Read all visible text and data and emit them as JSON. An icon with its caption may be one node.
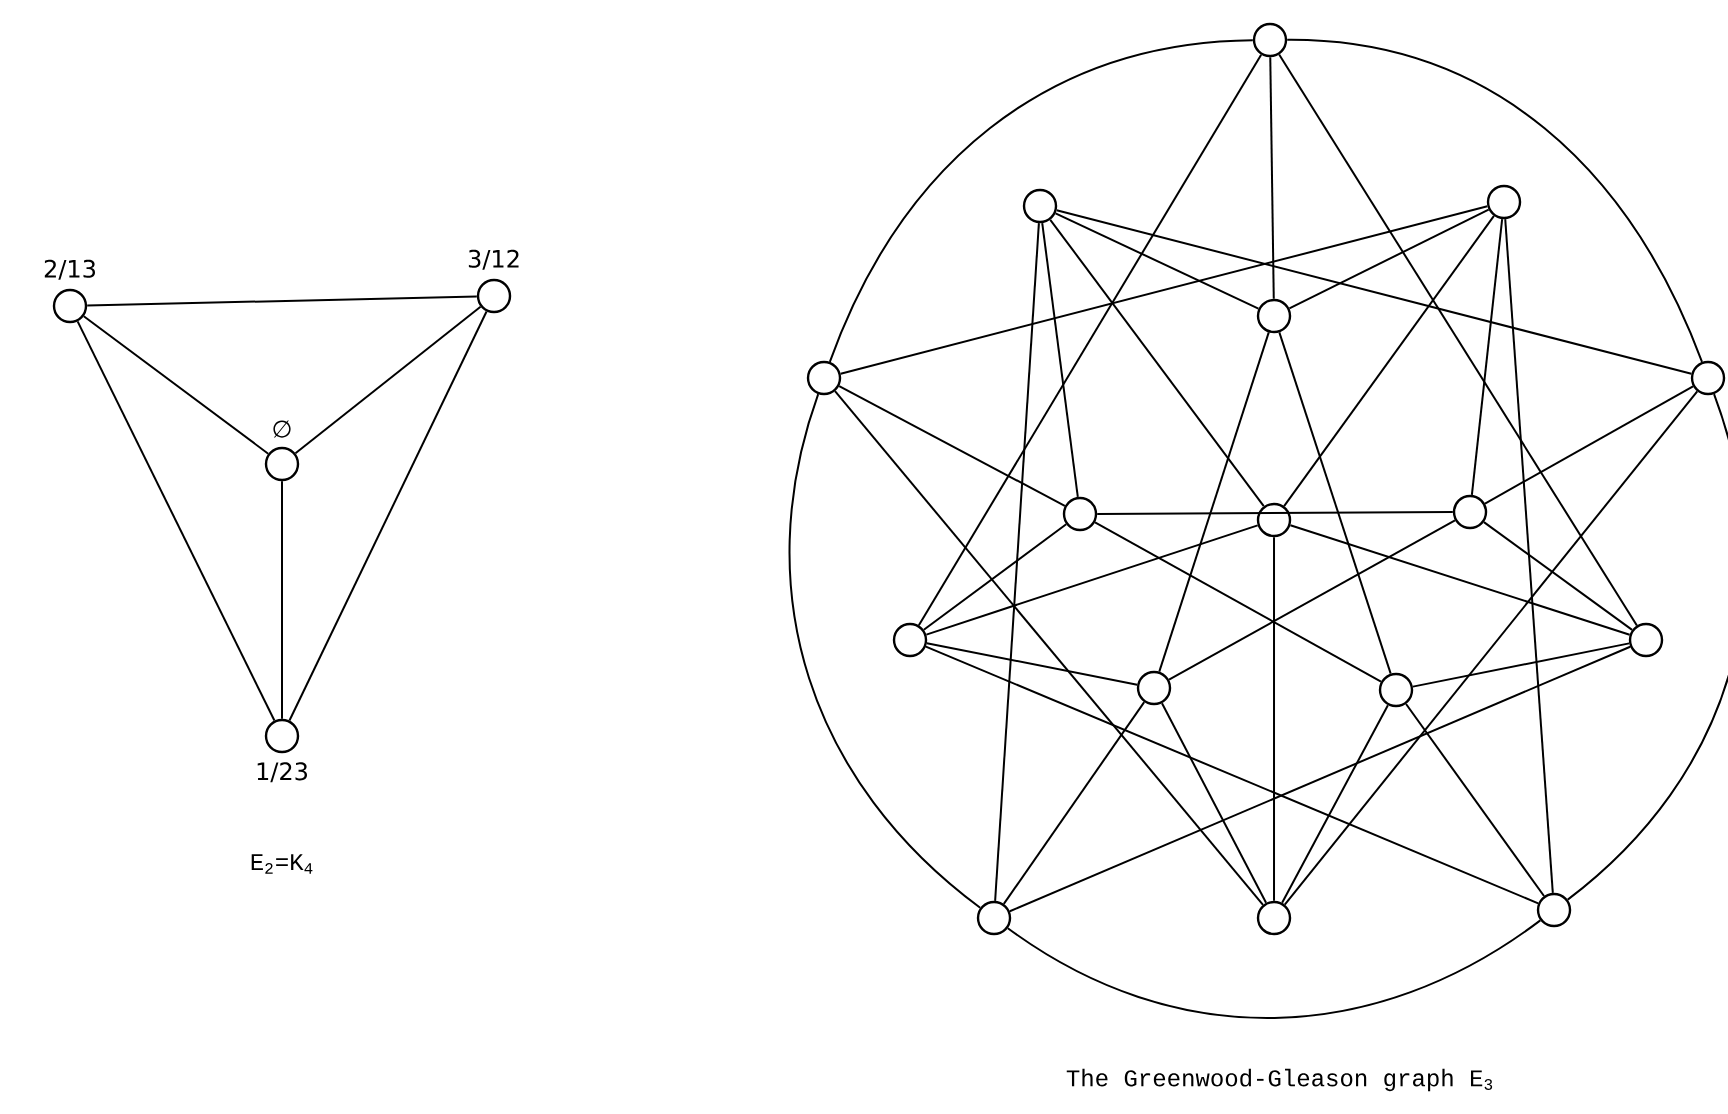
{
  "diagram": {
    "nodes": [
      {
        "text": [
          "2/13"
        ]
      },
      {
        "text": [
          "3/12"
        ]
      },
      {
        "text": [
          "∅"
        ]
      },
      {
        "text": [
          "1/23"
        ]
      },
      {
        "text": [],
        "shape": "circle"
      },
      {
        "text": [],
        "shape": "circle"
      },
      {
        "text": [],
        "shape": "circle"
      },
      {
        "text": [],
        "shape": "circle"
      },
      {
        "text": [],
        "shape": "circle"
      },
      {
        "text": [],
        "shape": "circle"
      },
      {
        "text": [],
        "shape": "circle"
      },
      {
        "text": [],
        "shape": "circle"
      },
      {
        "text": [],
        "shape": "circle"
      },
      {
        "text": [],
        "shape": "circle"
      },
      {
        "text": [],
        "shape": "circle"
      },
      {
        "text": [],
        "shape": "circle"
      },
      {
        "text": [],
        "shape": "circle"
      },
      {
        "text": [],
        "shape": "circle"
      },
      {
        "text": [],
        "shape": "circle"
      },
      {
        "text": [],
        "shape": "circle"
      }
    ],
    "edges": [
      {
        "from": 0,
        "to": 1,
        "arrow": "none"
      },
      {
        "from": 0,
        "to": 2,
        "arrow": "none"
      },
      {
        "from": 0,
        "to": 3,
        "arrow": "none"
      },
      {
        "from": 1,
        "to": 2,
        "arrow": "none"
      },
      {
        "from": 1,
        "to": 3,
        "arrow": "none"
      },
      {
        "from": 2,
        "to": 3,
        "arrow": "none"
      },
      {
        "from": 4,
        "to": 8,
        "arrow": "none"
      },
      {
        "from": 8,
        "to": 17,
        "arrow": "none"
      },
      {
        "from": 17,
        "to": 19,
        "arrow": "none"
      },
      {
        "from": 19,
        "to": 9,
        "arrow": "none"
      },
      {
        "from": 9,
        "to": 4,
        "arrow": "none"
      },
      {
        "from": 4,
        "to": 13,
        "arrow": "none"
      },
      {
        "from": 4,
        "to": 7,
        "arrow": "none"
      },
      {
        "from": 4,
        "to": 16,
        "arrow": "none"
      },
      {
        "from": 8,
        "to": 6,
        "arrow": "none"
      },
      {
        "from": 8,
        "to": 10,
        "arrow": "none"
      },
      {
        "from": 8,
        "to": 18,
        "arrow": "none"
      },
      {
        "from": 9,
        "to": 5,
        "arrow": "none"
      },
      {
        "from": 9,
        "to": 12,
        "arrow": "none"
      },
      {
        "from": 9,
        "to": 18,
        "arrow": "none"
      },
      {
        "from": 5,
        "to": 7,
        "arrow": "none"
      },
      {
        "from": 5,
        "to": 10,
        "arrow": "none"
      },
      {
        "from": 5,
        "to": 17,
        "arrow": "none"
      },
      {
        "from": 5,
        "to": 11,
        "arrow": "none"
      },
      {
        "from": 6,
        "to": 7,
        "arrow": "none"
      },
      {
        "from": 6,
        "to": 12,
        "arrow": "none"
      },
      {
        "from": 6,
        "to": 19,
        "arrow": "none"
      },
      {
        "from": 6,
        "to": 11,
        "arrow": "none"
      },
      {
        "from": 7,
        "to": 14,
        "arrow": "none"
      },
      {
        "from": 7,
        "to": 15,
        "arrow": "none"
      },
      {
        "from": 11,
        "to": 18,
        "arrow": "none"
      },
      {
        "from": 11,
        "to": 13,
        "arrow": "none"
      },
      {
        "from": 11,
        "to": 16,
        "arrow": "none"
      },
      {
        "from": 14,
        "to": 17,
        "arrow": "none"
      },
      {
        "from": 14,
        "to": 18,
        "arrow": "none"
      },
      {
        "from": 14,
        "to": 13,
        "arrow": "none"
      },
      {
        "from": 14,
        "to": 12,
        "arrow": "none"
      },
      {
        "from": 15,
        "to": 19,
        "arrow": "none"
      },
      {
        "from": 15,
        "to": 18,
        "arrow": "none"
      },
      {
        "from": 15,
        "to": 16,
        "arrow": "none"
      },
      {
        "from": 15,
        "to": 10,
        "arrow": "none"
      },
      {
        "from": 10,
        "to": 12,
        "arrow": "none"
      },
      {
        "from": 10,
        "to": 13,
        "arrow": "none"
      },
      {
        "from": 12,
        "to": 16,
        "arrow": "none"
      },
      {
        "from": 13,
        "to": 19,
        "arrow": "none"
      },
      {
        "from": 16,
        "to": 17,
        "arrow": "none"
      }
    ],
    "labels": [
      "E$_{2}$=K$_{4}$",
      "The Greenwood-Gleason graph E$_{3}$"
    ]
  }
}
